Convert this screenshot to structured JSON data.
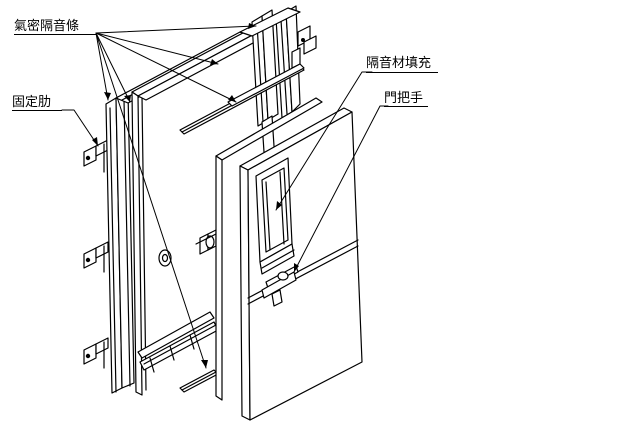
{
  "labels": {
    "airtight_seal_strip": "氣密隔音條",
    "fixing_rib": "固定肋",
    "sound_insulation_fill": "隔音材填充",
    "door_handle": "門把手"
  }
}
